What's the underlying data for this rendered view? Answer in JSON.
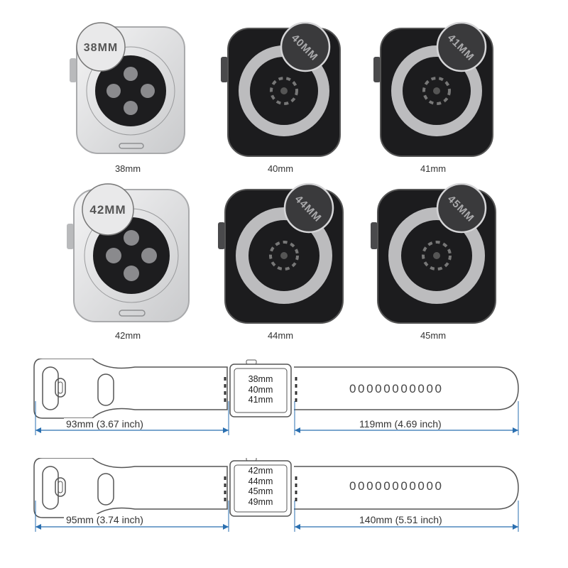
{
  "watches": [
    {
      "caption": "38mm",
      "magnifier": "38MM",
      "style": "silver"
    },
    {
      "caption": "40mm",
      "magnifier": "40MM",
      "style": "black"
    },
    {
      "caption": "41mm",
      "magnifier": "41MM",
      "style": "black"
    },
    {
      "caption": "42mm",
      "magnifier": "42MM",
      "style": "silver"
    },
    {
      "caption": "44mm",
      "magnifier": "44MM",
      "style": "black"
    },
    {
      "caption": "45mm",
      "magnifier": "45MM",
      "style": "black"
    }
  ],
  "bands": [
    {
      "sizes": [
        "38mm",
        "40mm",
        "41mm"
      ],
      "left_length": "93mm (3.67 inch)",
      "right_length": "119mm (4.69 inch)",
      "holes": "00000000000"
    },
    {
      "sizes": [
        "42mm",
        "44mm",
        "45mm",
        "49mm"
      ],
      "left_length": "95mm (3.74 inch)",
      "right_length": "140mm (5.51 inch)",
      "holes": "00000000000"
    }
  ],
  "colors": {
    "dimension_line": "#2a6fb0",
    "band_outline": "#555555",
    "silver_case": "#d9dadb",
    "black_case": "#1c1c1e"
  }
}
